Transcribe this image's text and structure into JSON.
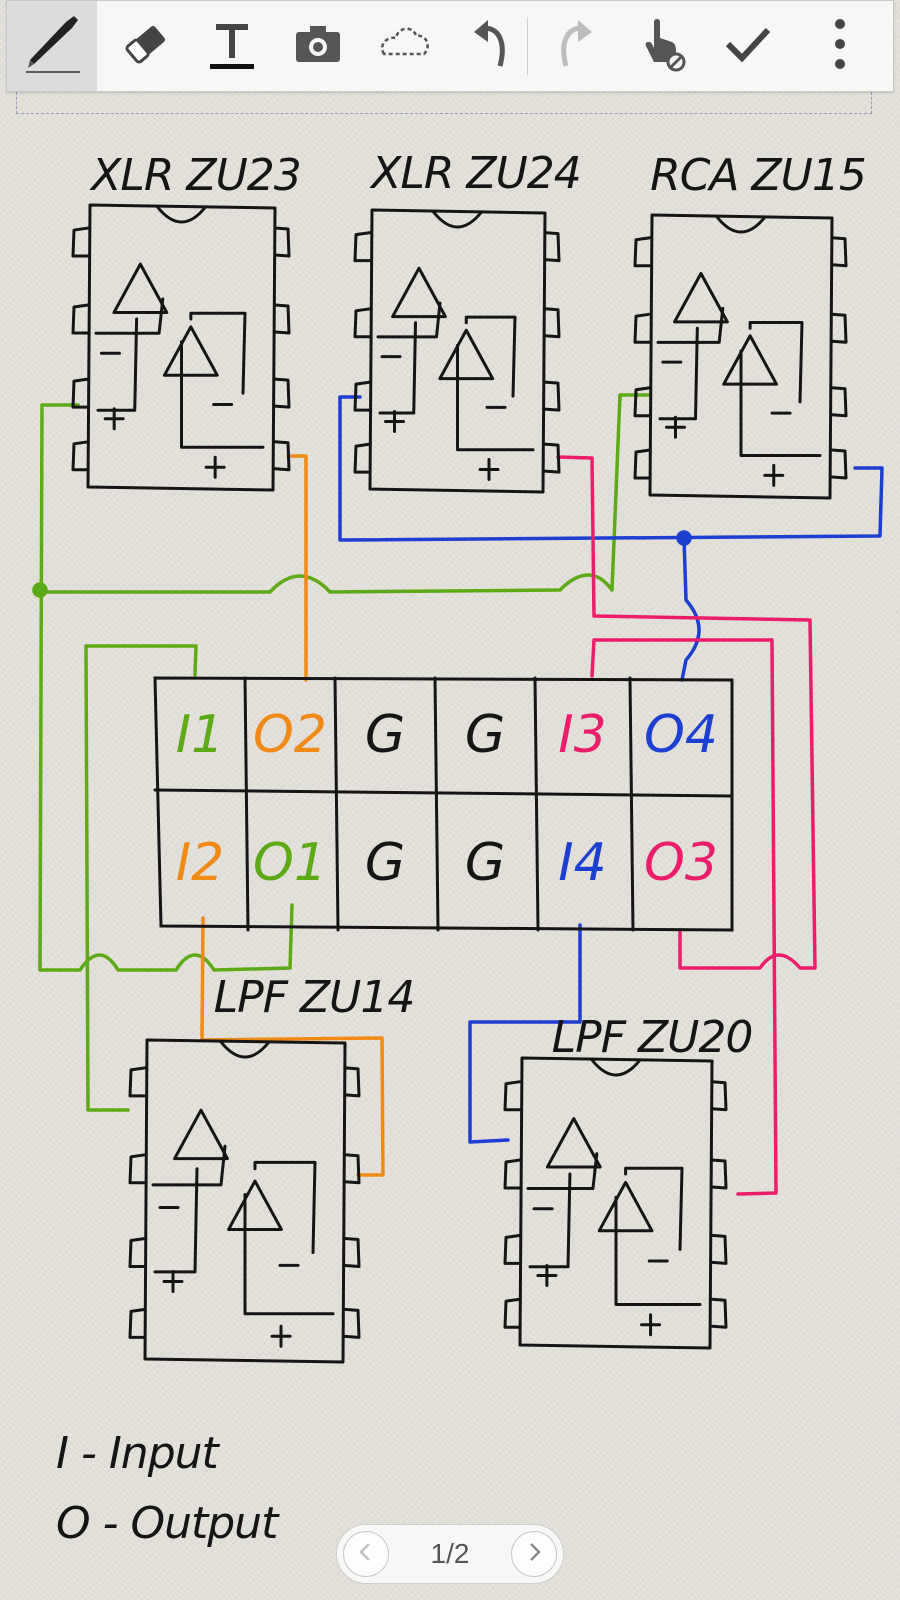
{
  "toolbar": {
    "tools": [
      "pen-icon",
      "eraser-icon",
      "text-icon",
      "camera-icon",
      "lasso-icon",
      "undo-icon",
      "redo-icon",
      "hand-icon",
      "check-icon",
      "more-icon"
    ]
  },
  "colors": {
    "green": "#5caa16",
    "orange": "#ef8a16",
    "blue": "#1b3fd0",
    "pink": "#ec1d6a",
    "ink": "#151515"
  },
  "note": {
    "chips": [
      {
        "label": "XLR ZU23"
      },
      {
        "label": "XLR ZU24"
      },
      {
        "label": "RCA ZU15"
      },
      {
        "label": "LPF ZU14"
      },
      {
        "label": "LPF ZU20"
      }
    ],
    "connector": {
      "top_row": [
        {
          "label": "I1",
          "color": "#5caa16"
        },
        {
          "label": "O2",
          "color": "#ef8a16"
        },
        {
          "label": "G",
          "color": "#151515"
        },
        {
          "label": "G",
          "color": "#151515"
        },
        {
          "label": "I3",
          "color": "#ec1d6a"
        },
        {
          "label": "O4",
          "color": "#1b3fd0"
        }
      ],
      "bottom_row": [
        {
          "label": "I2",
          "color": "#ef8a16"
        },
        {
          "label": "O1",
          "color": "#5caa16"
        },
        {
          "label": "G",
          "color": "#151515"
        },
        {
          "label": "G",
          "color": "#151515"
        },
        {
          "label": "I4",
          "color": "#1b3fd0"
        },
        {
          "label": "O3",
          "color": "#ec1d6a"
        }
      ]
    },
    "legend": [
      "I - Input",
      "O - Output"
    ]
  },
  "pager": {
    "label": "1/2"
  }
}
